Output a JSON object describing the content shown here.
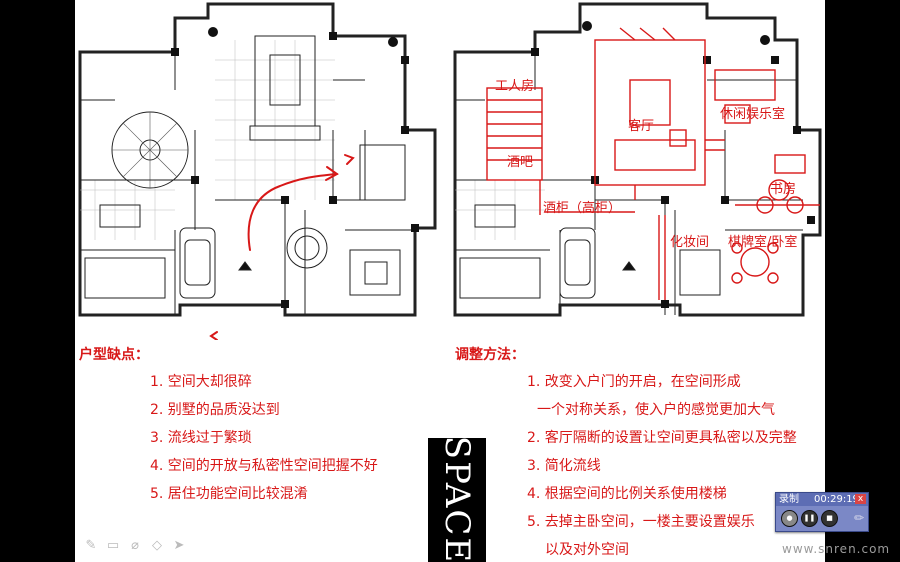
{
  "slide": {
    "left_heading": "户型缺点：",
    "left_items": [
      "1. 空间大却很碎",
      "2. 别墅的品质没达到",
      "3. 流线过于繁琐",
      "4. 空间的开放与私密性空间把握不好",
      "5. 居住功能空间比较混淆"
    ],
    "right_heading": "调整方法：",
    "right_items": [
      "1. 改变入户门的开启，在空间形成",
      "一个对称关系，使入户的感觉更加大气",
      "2. 客厅隔断的设置让空间更具私密以及完整",
      "3. 简化流线",
      "4. 根据空间的比例关系使用楼梯",
      "5. 去掉主卧空间，一楼主要设置娱乐",
      "以及对外空间"
    ],
    "logo_text": "SPACE",
    "plan_labels": {
      "workers_room": "工人房",
      "bar": "酒吧",
      "living_room": "客厅",
      "leisure_room": "休闲娱乐室",
      "study": "书房",
      "wine_cabinet": "酒柜（高柜）",
      "powder_room": "化妆间",
      "chess_room": "棋牌室/卧室"
    },
    "colors": {
      "annotation_red": "#d81818",
      "plan_line": "#222222"
    }
  },
  "pen_toolbar": {
    "icons": [
      "pen-icon",
      "screen-icon",
      "eraser-icon",
      "eraser-alt-icon",
      "pointer-icon"
    ]
  },
  "recorder": {
    "title": "录制",
    "time": "00:29:19",
    "close_label": "x"
  },
  "watermark": "www.snren.com"
}
